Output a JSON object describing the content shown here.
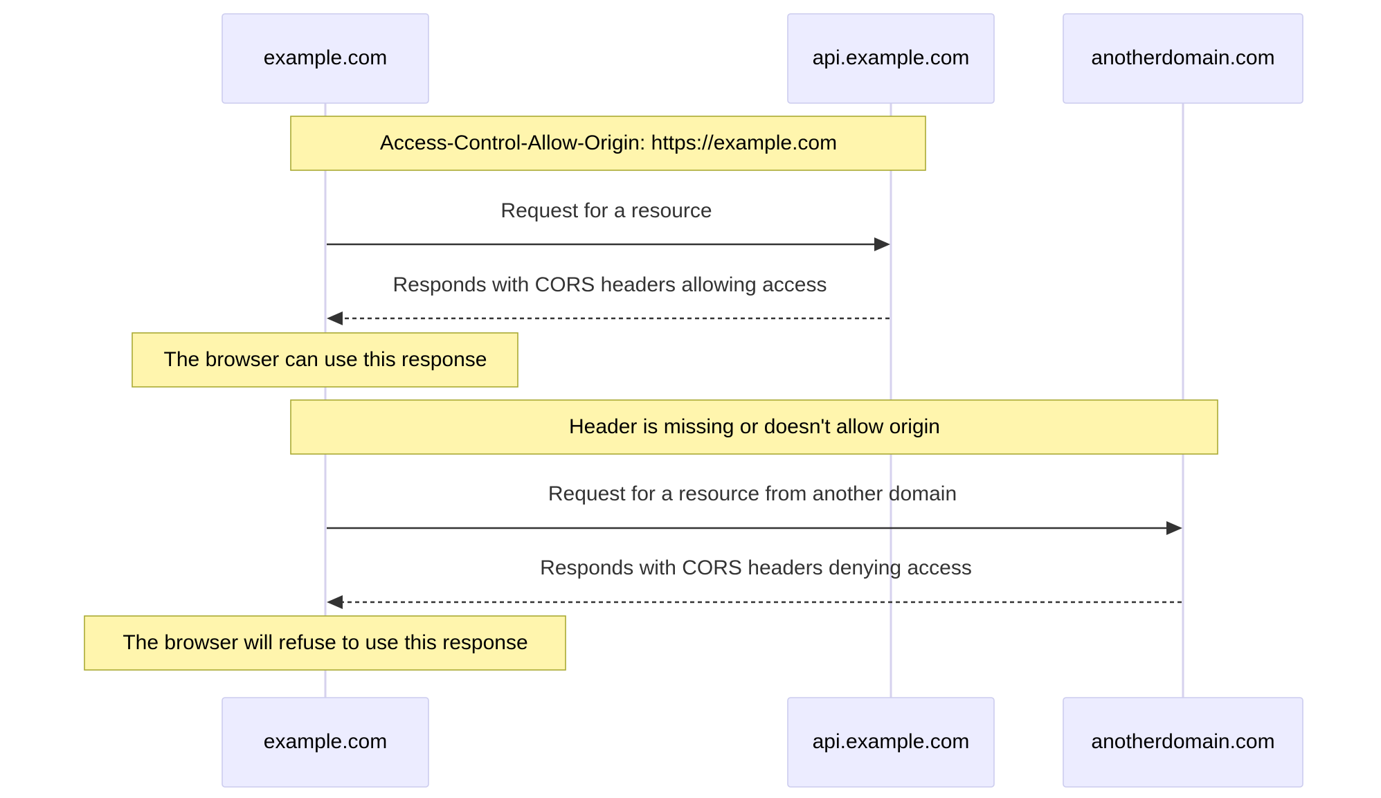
{
  "diagram": {
    "type": "sequence",
    "participants": [
      {
        "id": "example",
        "label": "example.com"
      },
      {
        "id": "api",
        "label": "api.example.com"
      },
      {
        "id": "another",
        "label": "anotherdomain.com"
      }
    ],
    "steps": [
      {
        "kind": "note",
        "over": [
          "example",
          "api"
        ],
        "text": "Access-Control-Allow-Origin: https://example.com"
      },
      {
        "kind": "message",
        "from": "example",
        "to": "api",
        "style": "solid",
        "text": "Request for a resource"
      },
      {
        "kind": "message",
        "from": "api",
        "to": "example",
        "style": "dotted",
        "text": "Responds with CORS headers allowing access"
      },
      {
        "kind": "note",
        "over": [
          "example"
        ],
        "text": "The browser can use this response"
      },
      {
        "kind": "note",
        "over": [
          "example",
          "another"
        ],
        "text": "Header is missing or doesn't allow origin"
      },
      {
        "kind": "message",
        "from": "example",
        "to": "another",
        "style": "solid",
        "text": "Request for a resource from another domain"
      },
      {
        "kind": "message",
        "from": "another",
        "to": "example",
        "style": "dotted",
        "text": "Responds with CORS headers denying access"
      },
      {
        "kind": "note",
        "over": [
          "example"
        ],
        "text": "The browser will refuse to use this response"
      }
    ]
  },
  "colors": {
    "actor_fill": "#ECECFF",
    "actor_stroke": "#CCCCEE",
    "lifeline": "#D6D2EE",
    "note_fill": "#FFF5AD",
    "note_stroke": "#AAAA33",
    "message_line": "#333333",
    "message_text": "#333333"
  }
}
